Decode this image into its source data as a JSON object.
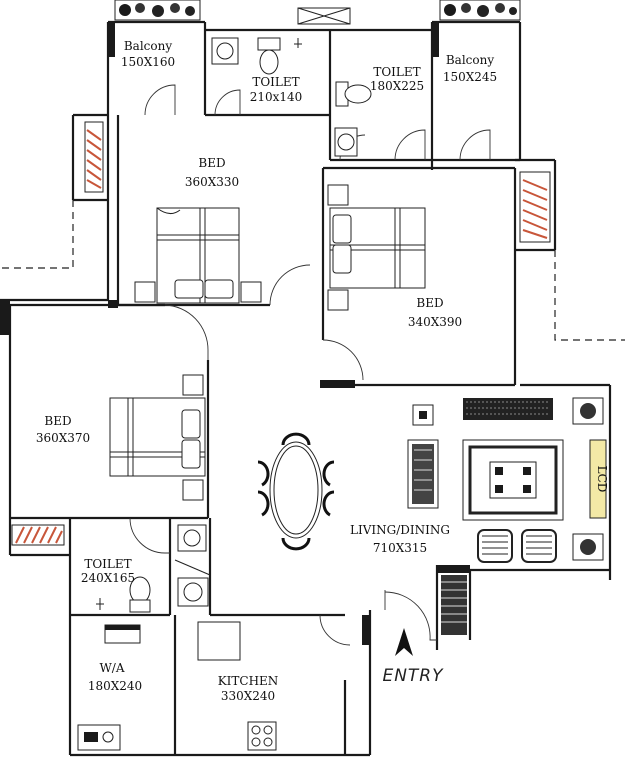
{
  "rooms": {
    "balcony_left": {
      "name": "Balcony",
      "size": "150X160"
    },
    "toilet_top_left": {
      "name": "TOILET",
      "size": "210x140"
    },
    "toilet_top_right": {
      "name": "TOILET",
      "size": "180X225"
    },
    "balcony_right": {
      "name": "Balcony",
      "size": "150X245"
    },
    "bed_top": {
      "name": "BED",
      "size": "360X330"
    },
    "bed_right": {
      "name": "BED",
      "size": "340X390"
    },
    "bed_left": {
      "name": "BED",
      "size": "360X370"
    },
    "toilet_bottom": {
      "name": "TOILET",
      "size": "240X165"
    },
    "living": {
      "name": "LIVING/DINING",
      "size": "710X315"
    },
    "wa": {
      "name": "W/A",
      "size": "180X240"
    },
    "kitchen": {
      "name": "KITCHEN",
      "size": "330X240"
    }
  },
  "entry_label": "ENTRY",
  "tv_label": "LCD",
  "colors": {
    "wall": "#1a1a1a",
    "hatch": "#c8563a"
  }
}
